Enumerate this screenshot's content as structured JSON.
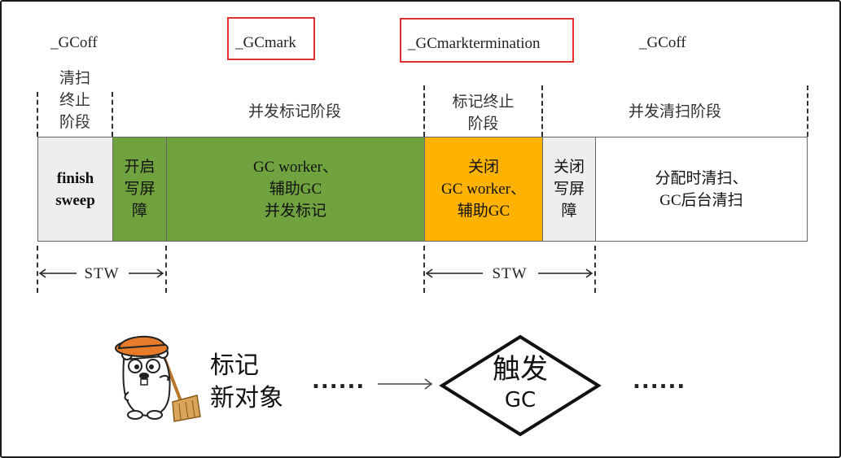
{
  "phases": [
    {
      "label": "_GCoff",
      "highlighted": false
    },
    {
      "label": "_GCmark",
      "highlighted": true
    },
    {
      "label": "_GCmarktermination",
      "highlighted": true
    },
    {
      "label": "_GCoff",
      "highlighted": false
    }
  ],
  "stages": [
    {
      "label": "清扫\n终止\n阶段"
    },
    {
      "label": "并发标记阶段"
    },
    {
      "label": "标记终止\n阶段"
    },
    {
      "label": "并发清扫阶段"
    }
  ],
  "segments": [
    {
      "label": "finish\nsweep",
      "color": "#eeeeee"
    },
    {
      "label": "开启\n写屏\n障",
      "color": "#70a33f"
    },
    {
      "label": "GC worker、\n辅助GC\n并发标记",
      "color": "#70a33f"
    },
    {
      "label": "关闭\nGC worker、\n辅助GC",
      "color": "#ffb200"
    },
    {
      "label": "关闭\n写屏\n障",
      "color": "#eeeeee"
    },
    {
      "label": "分配时清扫、\nGC后台清扫",
      "color": "#ffffff"
    }
  ],
  "stw": [
    {
      "label": "STW"
    },
    {
      "label": "STW"
    }
  ],
  "bottom": {
    "mark_new_objects": "标记\n新对象",
    "ellipsis_left": "......",
    "ellipsis_right": "......",
    "trigger": "触发",
    "trigger_sub": "GC"
  },
  "colors": {
    "highlight_border": "#e0312e",
    "green": "#70a33f",
    "orange": "#ffb200",
    "gray": "#eeeeee",
    "gopher_hat": "#e87b2a"
  },
  "icons": [
    "gopher-with-broom-icon",
    "arrow-right-icon",
    "diamond-icon"
  ]
}
